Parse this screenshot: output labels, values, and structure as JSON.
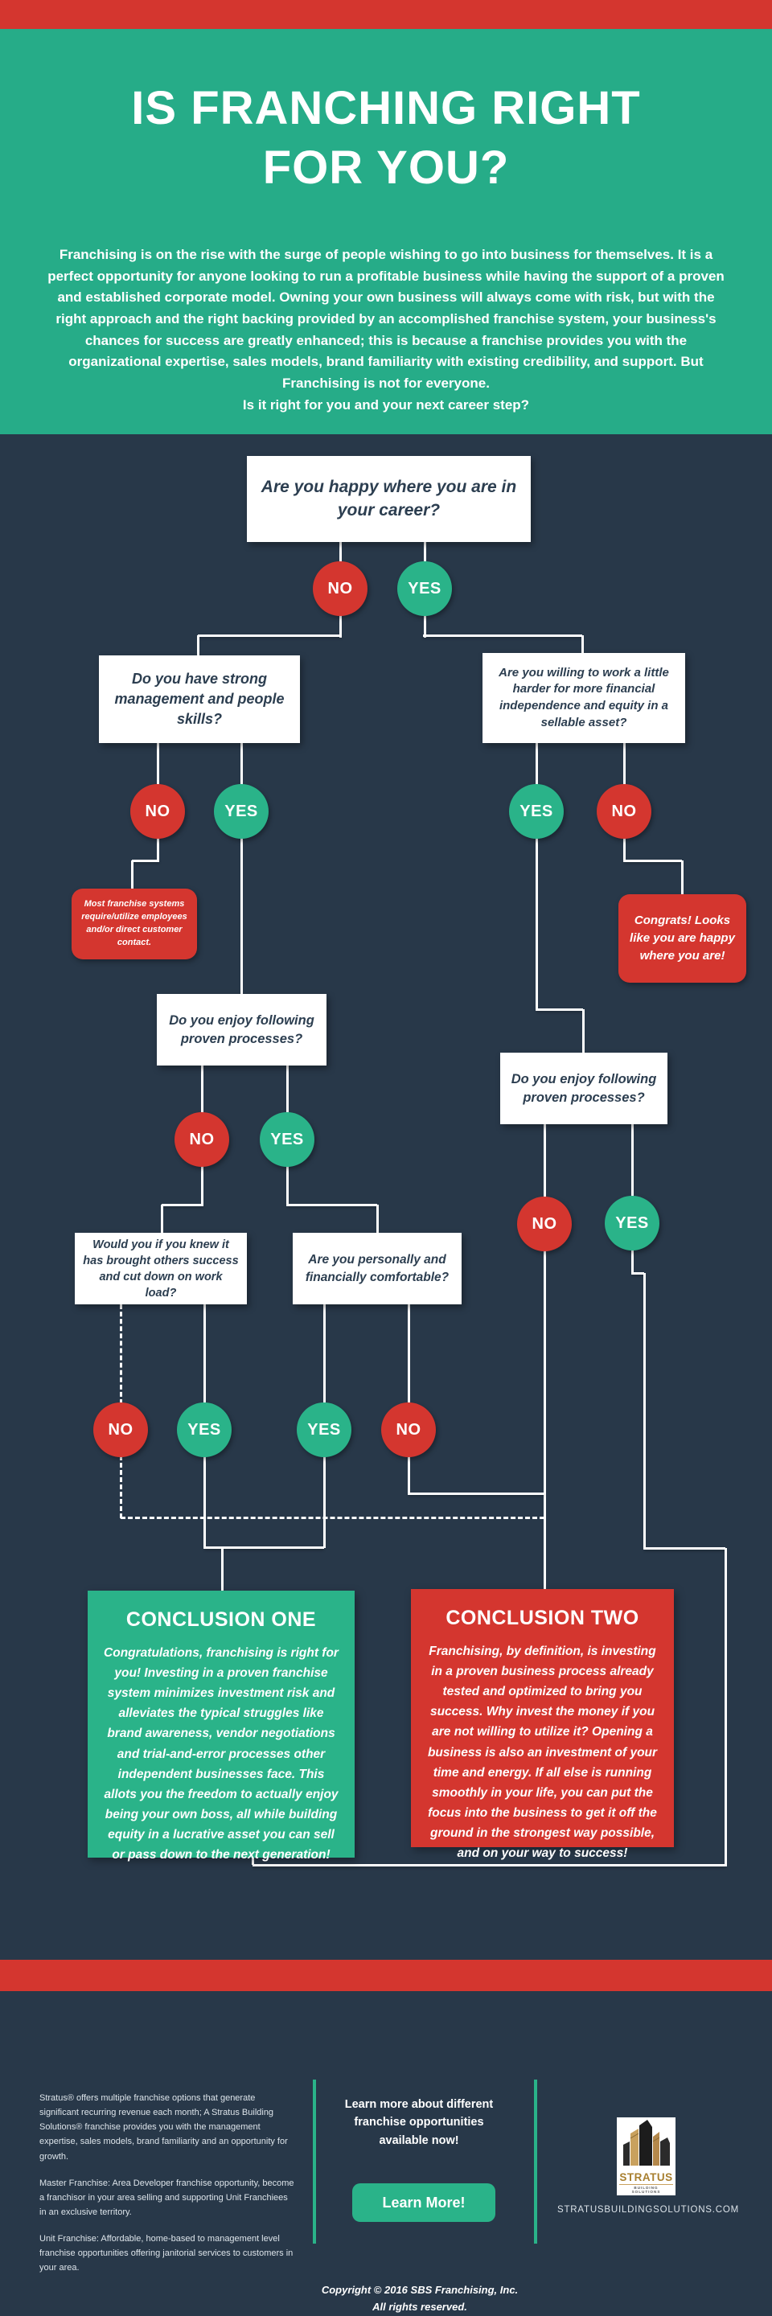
{
  "colors": {
    "red": "#d4362f",
    "green": "#26ac88",
    "circle_green": "#2ab389",
    "navy": "#283849",
    "box_text": "#2c3e50",
    "gold": "#a87f2f"
  },
  "header": {
    "title": "IS FRANCHING RIGHT FOR YOU?",
    "intro": "Franchising is on the rise with the surge of people wishing to go into business for themselves. It is a perfect opportunity for anyone looking to run a profitable business while having the support of a proven and established corporate model. Owning your own business will always come with risk, but with the right approach and the right backing provided by an accomplished franchise system, your business's chances for success are greatly enhanced; this is because a franchise provides you with the organizational expertise, sales models, brand familiarity with existing credibility, and support. But Franchising is not for everyone.",
    "intro_question": "Is it right for you and your next career step?"
  },
  "flowchart": {
    "answers": {
      "yes": "YES",
      "no": "NO"
    },
    "questions": [
      {
        "id": "q1",
        "text": "Are you happy where you are in your career?"
      },
      {
        "id": "q2",
        "text": "Do you have strong management and people skills?"
      },
      {
        "id": "q3",
        "text": "Are you willing to work a little harder for more financial independence and equity in a sellable asset?"
      },
      {
        "id": "q4",
        "text": "Do you enjoy following proven processes?"
      },
      {
        "id": "q5",
        "text": "Do you enjoy following proven processes?"
      },
      {
        "id": "q6",
        "text": "Would you if you knew it has brought others success and cut down on work load?"
      },
      {
        "id": "q7",
        "text": "Are you personally and financially comfortable?"
      }
    ],
    "notes": [
      {
        "id": "employees-note",
        "text": "Most franchise systems require/utilize employees and/or direct customer contact."
      },
      {
        "id": "congrats-note",
        "text": "Congrats! Looks like you are happy where you are!"
      }
    ],
    "conclusions": [
      {
        "id": "conclusion-one",
        "title": "CONCLUSION ONE",
        "body": "Congratulations, franchising is right for you! Investing in a proven franchise system minimizes investment risk and alleviates the typical struggles like brand awareness, vendor negotiations and trial-and-error processes other independent businesses face. This allots you the freedom to actually enjoy being your own boss, all while building equity in a lucrative asset you can sell or pass down to the next generation!"
      },
      {
        "id": "conclusion-two",
        "title": "CONCLUSION TWO",
        "body": "Franchising, by definition, is investing in a proven business process already tested and optimized to bring you success. Why invest the money if you are not willing to utilize it? Opening a business is also an investment of your time and energy. If all else is running smoothly in your life, you can put the focus into the business to get it off the ground in the strongest way possible, and on your way to success!"
      }
    ]
  },
  "footer": {
    "paragraphs": [
      "Stratus® offers multiple franchise options that generate significant recurring revenue each month; A Stratus Building Solutions® franchise provides you with the management expertise, sales models, brand familiarity and an opportunity for growth.",
      "Master Franchise: Area Developer franchise opportunity, become a franchisor in your area selling and supporting Unit Franchiees in an exclusive territory.",
      "Unit Franchise: Affordable, home-based to management level franchise opportunities offering janitorial services to customers in your area."
    ],
    "cta_text": "Learn more about different franchise opportunities available now!",
    "button_label": "Learn More!",
    "logo_name": "STRATUS",
    "logo_sub": "BUILDING SOLUTIONS",
    "website": "STRATUSBUILDINGSOLUTIONS.COM",
    "copyright_line1": "Copyright © 2016 SBS Franchising, Inc.",
    "copyright_line2": "All rights reserved."
  }
}
